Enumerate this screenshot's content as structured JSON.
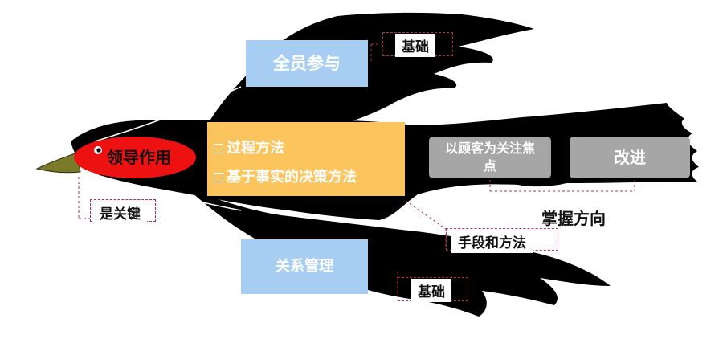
{
  "colors": {
    "bird": "#000000",
    "beak": "#7b7a28",
    "head_oval": "#ee1111",
    "blue_box": "#a7cdf2",
    "orange_box": "#fcc45d",
    "gray_box": "#a6a6a6",
    "dashed_line": "#b03050"
  },
  "icons": {
    "bird": "bird-silhouette-icon",
    "bullet": "checkbox-square-icon"
  },
  "nodes": {
    "leadership": "领导作用",
    "participation": "全员参与",
    "process_method": "过程方法",
    "evidence_method": "基于事实的决策方法",
    "customer_focus": "以顾客为关注焦点",
    "improvement": "改进",
    "relationship": "关系管理"
  },
  "tags": {
    "key": "是关键",
    "foundation_top": "基础",
    "foundation_bottom": "基础",
    "means": "手段和方法",
    "direction": "掌握方向"
  }
}
